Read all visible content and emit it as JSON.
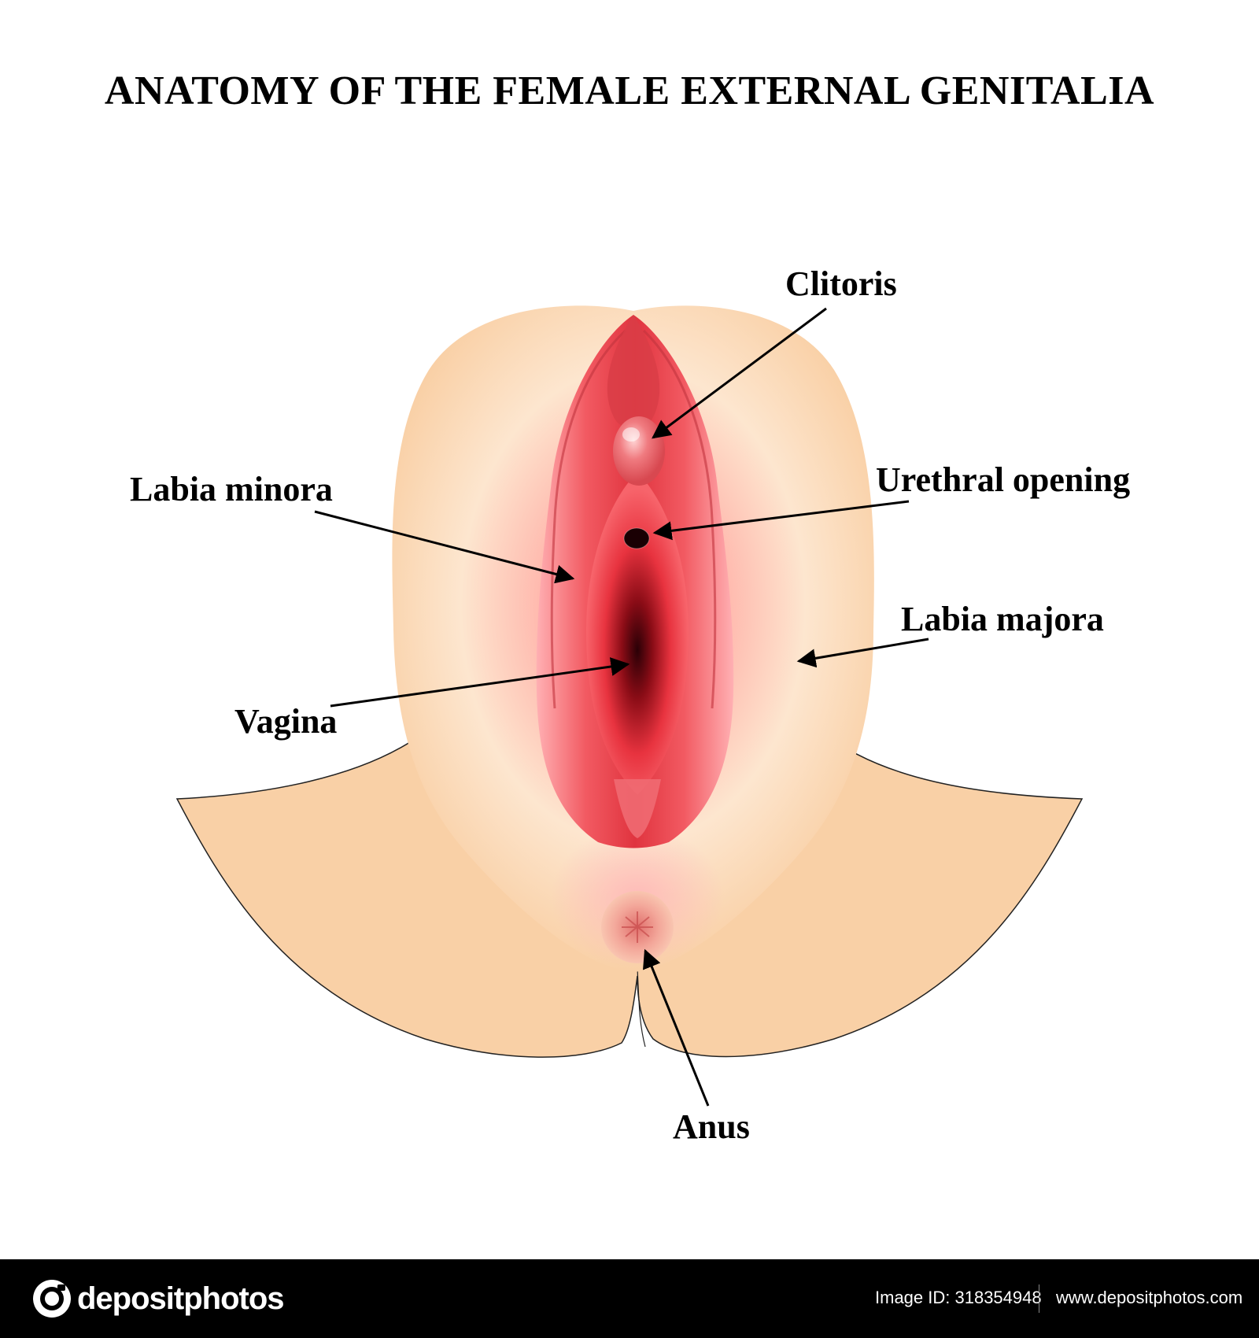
{
  "title": "ANATOMY OF THE FEMALE EXTERNAL GENITALIA",
  "labels": {
    "clitoris": "Clitoris",
    "urethral_opening": "Urethral opening",
    "labia_minora": "Labia minora",
    "labia_majora": "Labia majora",
    "vagina": "Vagina",
    "anus": "Anus"
  },
  "colors": {
    "skin": "#f9d0a6",
    "skin_light": "#fde8d2",
    "tissue_red": "#f0545a",
    "tissue_dark": "#3a0008",
    "outline": "#222222"
  },
  "footer": {
    "brand": "depositphotos",
    "image_id": "Image ID: 318354948",
    "site": "www.depositphotos.com"
  }
}
